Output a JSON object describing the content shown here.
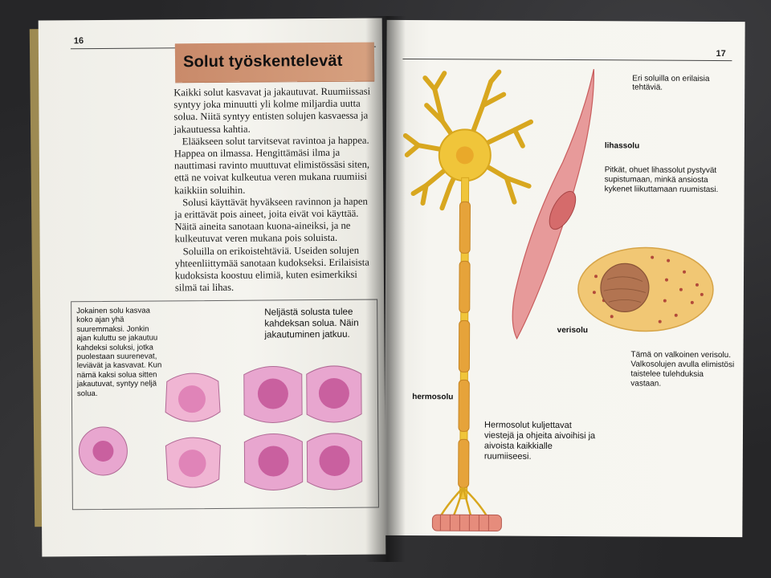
{
  "left_page": {
    "page_number": "16",
    "title": "Solut työskentelevät",
    "paragraphs": [
      "Kaikki solut kasvavat ja jakautuvat. Ruumiissasi syntyy joka minuutti yli kolme miljardia uutta solua. Niitä syntyy entisten solujen kasvaessa ja jakautuessa kahtia.",
      "Elääkseen solut tarvitsevat ravintoa ja happea. Happea on ilmassa. Hengittämäsi ilma ja nauttimasi ravinto muuttuvat elimistössäsi siten, että ne voivat kulkeutua veren mukana ruumiisi kaikkiin soluihin.",
      "Solusi käyttävät hyväkseen ravinnon ja hapen ja erittävät pois aineet, joita eivät voi käyttää. Näitä aineita sanotaan kuona-aineiksi, ja ne kulkeutuvat veren mukana pois soluista.",
      "Soluilla on erikoistehtäviä. Useiden solujen yhteenliittymää sanotaan kudokseksi. Erilaisista kudoksista koostuu elimiä, kuten esimerkiksi silmä tai lihas."
    ],
    "division_caption_left": "Jokainen solu kasvaa koko ajan yhä suuremmaksi. Jonkin ajan kuluttu se jakautuu kahdeksi soluksi, jotka puolestaan suurenevat, leviävät ja kasvavat. Kun nämä kaksi solua sitten jakautuvat, syntyy neljä solua.",
    "division_caption_right": "Neljästä solusta tulee kahdeksan solua. Näin jakautuminen jatkuu."
  },
  "right_page": {
    "page_number": "17",
    "intro": "Eri soluilla on erilaisia tehtäviä.",
    "muscle_label": "lihassolu",
    "muscle_caption": "Pitkät, ohuet lihassolut pystyvät supistumaan, minkä ansiosta kykenet liikuttamaan ruumistasi.",
    "blood_label": "verisolu",
    "blood_caption": "Tämä on valkoinen verisolu. Valkosolujen avulla elimistösi taistelee tulehduksia vastaan.",
    "nerve_label": "hermosolu",
    "nerve_caption": "Hermosolut kuljettavat viestejä ja ohjeita aivoihisi ja aivoista kaikkialle ruumiiseesi."
  },
  "colors": {
    "title_band": "#cf9575",
    "cell_pink": "#e8a6cf",
    "cell_nucleus": "#c9609f",
    "nerve_yellow": "#f0c53a",
    "axon_orange": "#e6a33a",
    "muscle_red": "#e79a9a",
    "wbc_yellow": "#f1c774",
    "wbc_nucleus": "#b27451"
  }
}
